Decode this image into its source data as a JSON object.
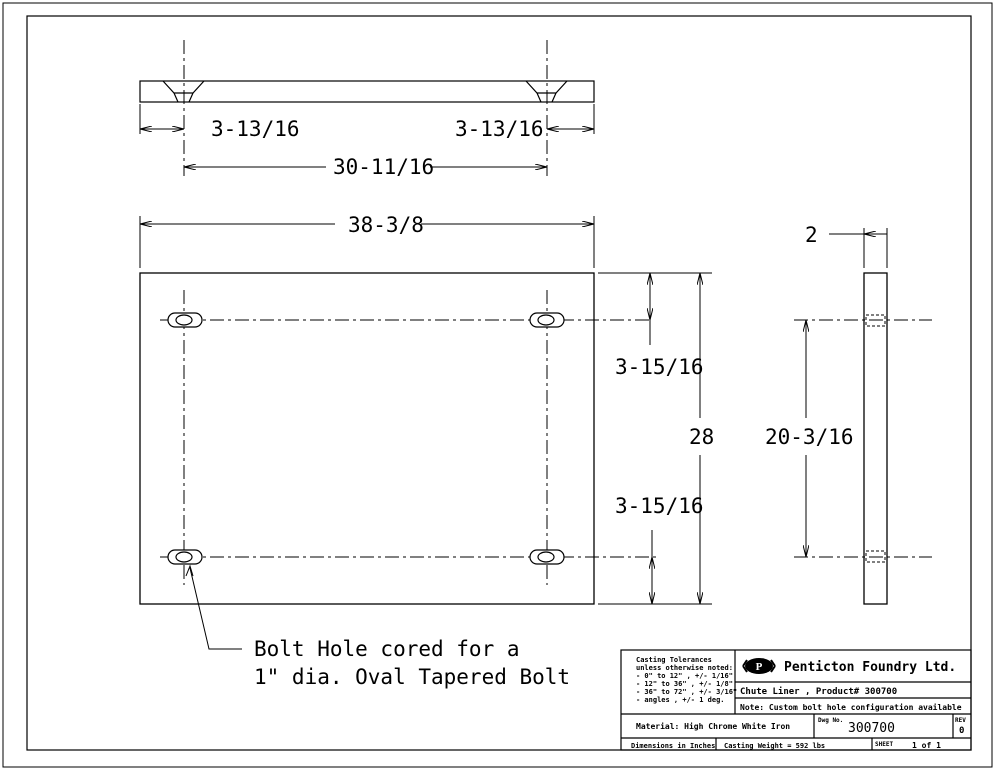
{
  "dimensions": {
    "top_left_offset": "3-13/16",
    "top_right_offset": "3-13/16",
    "hole_spacing_horizontal": "30-11/16",
    "overall_width": "38-3/8",
    "thickness": "2",
    "top_edge_to_hole": "3-15/16",
    "bottom_edge_to_hole": "3-15/16",
    "overall_height": "28",
    "hole_spacing_vertical": "20-3/16"
  },
  "note": {
    "line1": "Bolt Hole cored for a",
    "line2": "1\" dia. Oval Tapered Bolt"
  },
  "title_block": {
    "logo_letter": "P",
    "company": "Penticton Foundry Ltd.",
    "tolerances": [
      "Casting Tolerances",
      "unless otherwise noted:",
      "-  0\" to 12\" , +/- 1/16\"",
      "- 12\" to 36\" , +/- 1/8\"",
      "- 36\" to 72\" , +/- 3/16\"",
      "- angles       , +/- 1 deg."
    ],
    "description": "Chute Liner , Product# 300700",
    "note": "Note: Custom bolt hole configuration available",
    "material": "Material: High Chrome White Iron",
    "dwg_label": "Dwg No.",
    "dwg_no": "300700",
    "rev_label": "REV",
    "rev": "0",
    "units": "Dimensions in Inches",
    "weight": "Casting Weight = 592 lbs",
    "sheet_label": "SHEET",
    "sheet": "1 of 1"
  }
}
